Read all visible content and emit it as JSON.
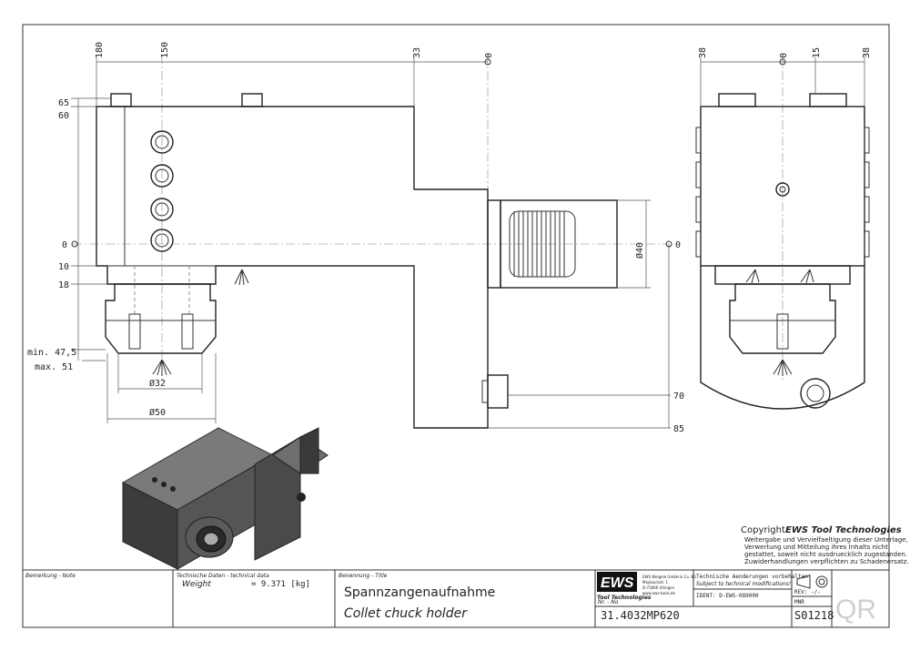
{
  "dims_top": [
    "180",
    "150",
    "33",
    "0"
  ],
  "dims_top_right": [
    "38",
    "0",
    "15",
    "38"
  ],
  "dims_left": [
    "65",
    "60",
    "0",
    "10",
    "18",
    "min. 47,5",
    "max. 51"
  ],
  "dims_right": [
    "0",
    "70",
    "85"
  ],
  "dia_labels": [
    "Ø32",
    "Ø50",
    "Ø40"
  ],
  "copyright": {
    "line1_prefix": "Copyright ",
    "line1_brand": "EWS Tool Technologies",
    "lines": [
      "Weitergabe und Vervielfaeltigung dieser Unterlage,",
      "Verwertung und Mitteilung ihres Inhalts nicht",
      "gestattet, soweit nicht ausdruecklich zugestanden.",
      "Zuwiderhandlungen verpflichten zu Schadenersatz."
    ]
  },
  "title_block": {
    "note_label": "Bemerkung - Note",
    "tech_label": "Technische Daten - technical data",
    "weight_label": "Weight",
    "weight_value": "= 9.371 [kg]",
    "name_label": "Benennung - Title",
    "title_de": "Spannzangenaufnahme",
    "title_en": "Collet chuck holder",
    "logo": "EWS",
    "logo_sub": "Tool Technologies",
    "company_lines": [
      "EWS Weigele GmbH & Co. KG",
      "Maybachstr. 1",
      "D-73066 Uhingen",
      "www.ews-tools.de"
    ],
    "changes_de": "Technische Aenderungen vorbehalten!",
    "changes_en": "Subject to technical modifications!",
    "ident": "IDENT: D-EWS-089000",
    "rev": "REV: -/-",
    "nr_label": "Nr. - No",
    "number": "31.4032MP620",
    "mnr_label": "MNR",
    "mnr": "S01218",
    "qr": "QR"
  }
}
